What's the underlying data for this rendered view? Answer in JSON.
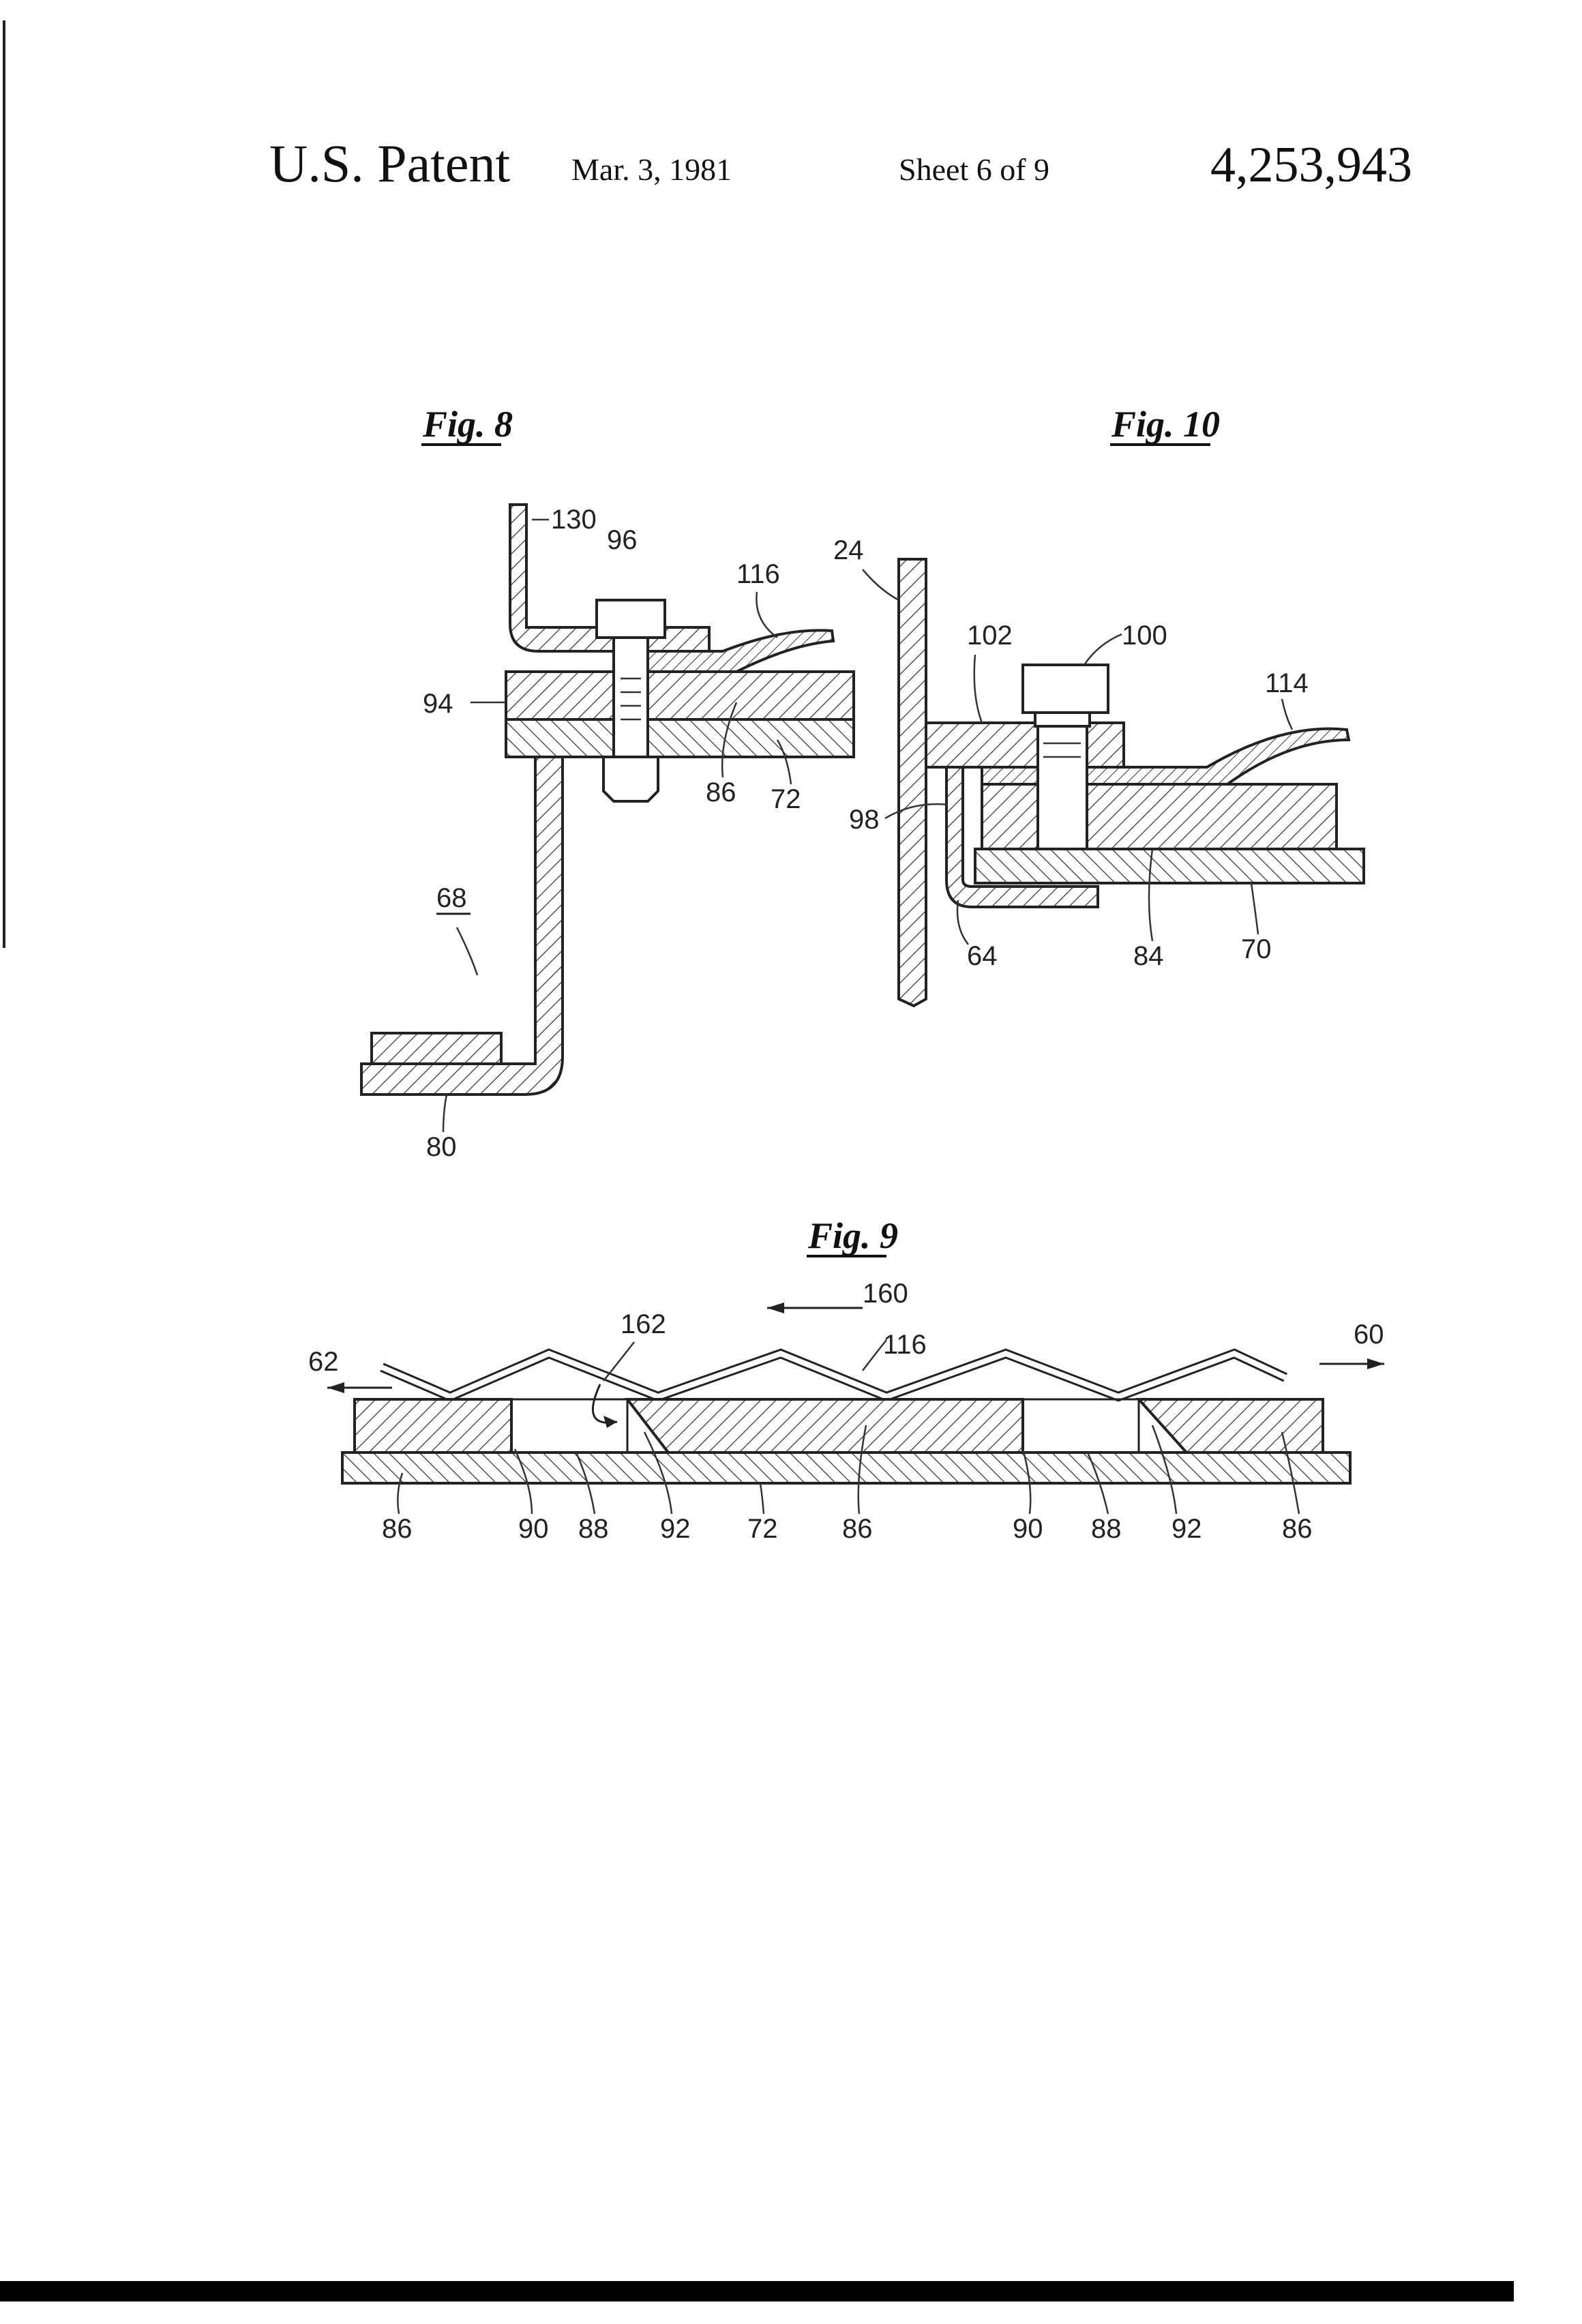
{
  "header": {
    "title": "U.S. Patent",
    "date": "Mar. 3, 1981",
    "sheet": "Sheet 6 of 9",
    "patent_number": "4,253,943"
  },
  "figures": {
    "fig8": {
      "title": "Fig. 8",
      "labels": {
        "l130": "130",
        "l96": "96",
        "l116": "116",
        "l94": "94",
        "l86": "86",
        "l72": "72",
        "l68": "68",
        "l80": "80"
      }
    },
    "fig10": {
      "title": "Fig. 10",
      "labels": {
        "l24": "24",
        "l102": "102",
        "l100": "100",
        "l114": "114",
        "l98": "98",
        "l64": "64",
        "l84": "84",
        "l70": "70"
      }
    },
    "fig9": {
      "title": "Fig. 9",
      "labels": {
        "l160": "160",
        "l162": "162",
        "l116": "116",
        "l62": "62",
        "l60": "60",
        "l86a": "86",
        "l90a": "90",
        "l88a": "88",
        "l92a": "92",
        "l72": "72",
        "l86b": "86",
        "l90b": "90",
        "l88b": "88",
        "l92b": "92",
        "l86c": "86"
      }
    }
  },
  "colors": {
    "ink": "#222222",
    "paper": "#ffffff",
    "footer_bar": "#000000"
  }
}
